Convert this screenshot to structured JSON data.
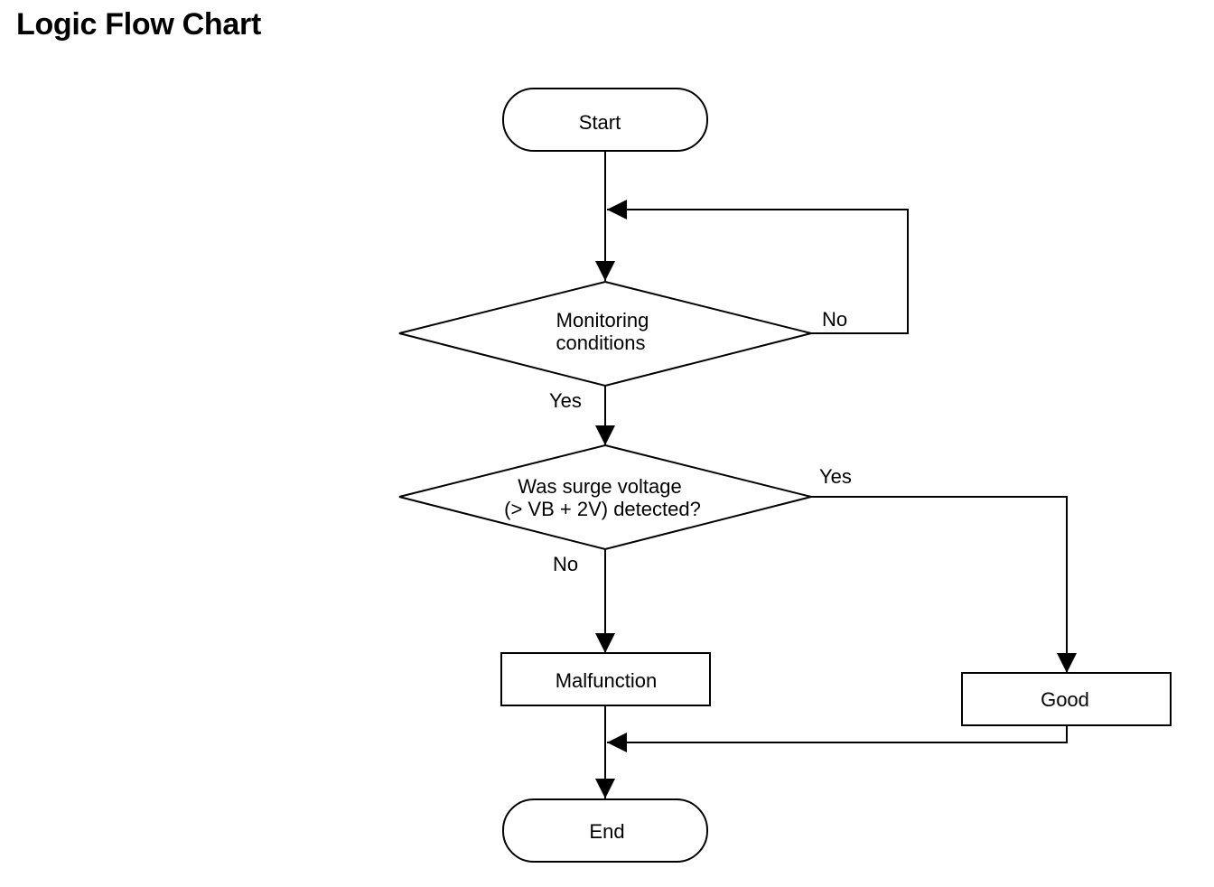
{
  "title": "Logic Flow Chart",
  "nodes": {
    "start": "Start",
    "monitoring_line1": "Monitoring",
    "monitoring_line2": "conditions",
    "surge_line1": "Was surge voltage",
    "surge_line2": "(> VB + 2V) detected?",
    "malfunction": "Malfunction",
    "good": "Good",
    "end": "End"
  },
  "edges": {
    "monitoring_no": "No",
    "monitoring_yes": "Yes",
    "surge_yes": "Yes",
    "surge_no": "No"
  }
}
